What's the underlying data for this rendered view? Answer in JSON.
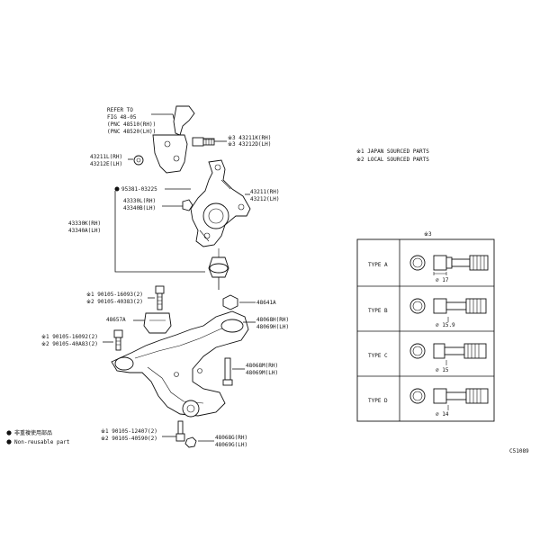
{
  "refer": [
    "REFER TO",
    "FIG 48-05",
    "(PNC 48510(RH))",
    "(PNC 48520(LH))"
  ],
  "parts": {
    "p43211K": "※3 43211K(RH)",
    "p43212D": "※3 43212D(LH)",
    "p43211L": "43211L(RH)",
    "p43212E": "43212E(LH)",
    "p95381": "95381-03225",
    "p43330L": "43330L(RH)",
    "p43340B": "43340B(LH)",
    "p43211": "43211(RH)",
    "p43212": "43212(LH)",
    "p43330K": "43330K(RH)",
    "p43340A": "43340A(LH)",
    "p90105_16093": "※1 90105-16093(2)",
    "p90105_40383": "※2 90105-40383(2)",
    "p48641A": "48641A",
    "p48657A": "48657A",
    "p48068H": "48068H(RH)",
    "p48069H": "48069H(LH)",
    "p90105_16092": "※1 90105-16092(2)",
    "p90105_40A83": "※2 90105-40A83(2)",
    "p48068M": "48068M(RH)",
    "p48069M": "48069M(LH)",
    "p90105_12407": "※1 90105-12407(2)",
    "p90105_40590": "※2 90105-40590(2)",
    "p48068G": "48068G(RH)",
    "p48069G": "48069G(LH)"
  },
  "notes": {
    "japan": "※1 JAPAN SOURCED PARTS",
    "local": "※2 LOCAL SOURCED PARTS"
  },
  "legend": {
    "marker_label": "※3",
    "types": [
      {
        "name": "TYPE A",
        "dim": "⌀ 17"
      },
      {
        "name": "TYPE B",
        "dim": "⌀ 15.9"
      },
      {
        "name": "TYPE C",
        "dim": "⌀ 15"
      },
      {
        "name": "TYPE D",
        "dim": "⌀ 14"
      }
    ]
  },
  "footnotes": {
    "non_reusable_cn": "非重複使用部品",
    "non_reusable_en": "Non-reusable part"
  },
  "figure_code": "C51089"
}
